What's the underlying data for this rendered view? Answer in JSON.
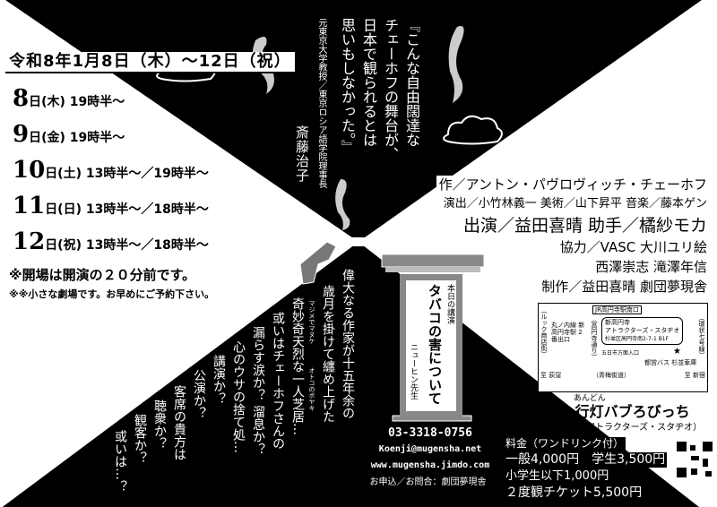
{
  "header": {
    "date_range": "令和8年1月8日（木）〜12日（祝）"
  },
  "schedule": [
    {
      "day": "8",
      "weekday": "日(木)",
      "times": "19時半〜"
    },
    {
      "day": "9",
      "weekday": "日(金)",
      "times": "19時半〜"
    },
    {
      "day": "10",
      "weekday": "日(土)",
      "times": "13時半〜／19時半〜"
    },
    {
      "day": "11",
      "weekday": "日(日)",
      "times": "13時半〜／18時半〜"
    },
    {
      "day": "12",
      "weekday": "日(祝)",
      "times": "13時半〜／18時半〜"
    }
  ],
  "notes": [
    "※開場は開演の２０分前です。",
    "※※小さな劇場です。お早めにご予約下さい。"
  ],
  "quote": {
    "lines": [
      "『こんな自由闊達な",
      "チェーホフの舞台が、",
      "日本で観られるとは",
      "思いもしなかった。』"
    ],
    "affiliation": "元東京大学教授／東京ロシア語学院理事長",
    "author": "斎藤治子"
  },
  "credits": [
    "作／アントン・パヴロヴィッチ・チェーホフ",
    "演出／小竹林義一 美術／山下昇平 音楽／藤本ゲン",
    "出演／益田喜晴 助手／橘紗モカ",
    "協力／VASC 大川ユリ絵",
    "西澤崇志 滝澤年信",
    "制作／益田喜晴 劇団夢現舎"
  ],
  "sign": {
    "small": "本日の講演",
    "title": "タバコの害について",
    "speaker": "ニューヒン先生"
  },
  "tagline": [
    "偉大なる作家が十五年余の",
    "歳月を掛けて纏め上げた",
    "奇妙奇天烈な一人芝居…",
    "或いはチェーホフさんの",
    "漏らす涙か？ 溜息か？",
    "心のウサの捨て処…",
    "講演か？",
    "公演か？",
    "客席の貴方は",
    "聴衆か？",
    "観客か？",
    "或いは…？"
  ],
  "ruby": [
    "マジメでマヌケ",
    "オトコのボヤキ"
  ],
  "contact": {
    "phone": "03-3318-0756",
    "email": "Koenji@mugensha.net",
    "web": "www.mugensha.jimdo.com",
    "inquiry": "お申込／お問合：劇団夢現舎"
  },
  "pricing": {
    "label": "料金（ワンドリンク付）",
    "general": "一般4,000円",
    "student": "学生3,500円",
    "child": "小学生以下1,000円",
    "twice": "２度観チケット5,500円"
  },
  "venue": {
    "ruby": "あんどん",
    "name": "於 行灯バブろびっち",
    "sub": "（新高円寺アトラクターズ・スタヂオ）",
    "map_box": [
      "新高円寺",
      "アトラクターズ・スタヂオ",
      "杉並区高円寺南2-7-1 B1F"
    ],
    "map_labels": [
      "JR高円寺駅南口",
      "丸ノ内線 新高円寺駅 2番出口",
      "（青梅街道）",
      "至 荻窪",
      "至 新宿",
      "（ルック商店街）",
      "（高円寺通り）",
      "（環状七号線）",
      "五日市方面入口",
      "都営バス 杉並車庫"
    ]
  },
  "colors": {
    "background": "#000000",
    "panel": "#ffffff",
    "podium": "#888888"
  }
}
